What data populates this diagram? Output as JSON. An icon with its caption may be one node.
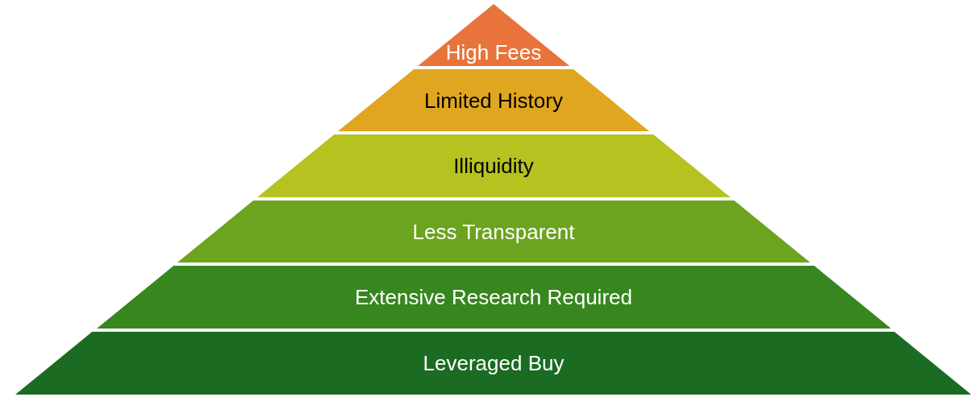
{
  "diagram": {
    "nodes": [
      {
        "text": [
          "High Fees"
        ]
      },
      {
        "text": [
          "Limited History"
        ]
      },
      {
        "text": [
          "Illiquidity"
        ]
      },
      {
        "text": [
          "Less Transparent"
        ]
      },
      {
        "text": [
          "Extensive Research Required"
        ]
      },
      {
        "text": [
          "Leveraged Buy"
        ]
      }
    ]
  }
}
